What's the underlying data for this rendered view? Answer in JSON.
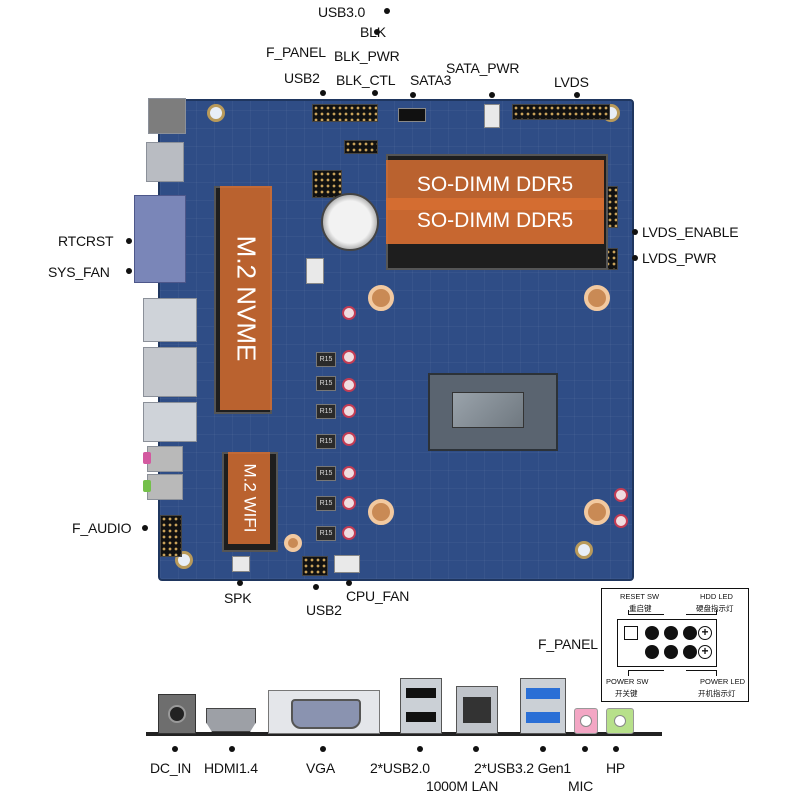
{
  "labels": {
    "usb30": "USB3.0",
    "blk": "BLK",
    "f_panel_top": "F_PANEL",
    "blk_pwr": "BLK_PWR",
    "usb2_top": "USB2",
    "blk_ctl": "BLK_CTL",
    "sata3": "SATA3",
    "sata_pwr": "SATA_PWR",
    "lvds": "LVDS",
    "rtcrst": "RTCRST",
    "sys_fan": "SYS_FAN",
    "lvds_enable": "LVDS_ENABLE",
    "lvds_pwr": "LVDS_PWR",
    "f_audio": "F_AUDIO",
    "spk": "SPK",
    "usb2_bottom": "USB2",
    "cpu_fan": "CPU_FAN",
    "f_panel_side": "F_PANEL"
  },
  "board_overlays": {
    "sodimm_1": "SO-DIMM DDR5",
    "sodimm_2": "SO-DIMM DDR5",
    "m2_nvme": "M.2 NVME",
    "m2_wifi": "M.2 WIFI"
  },
  "chokes": [
    "R15",
    "R15",
    "R15",
    "R15",
    "R15",
    "R15",
    "R15"
  ],
  "f_panel_pinout": {
    "reset_sw": "RESET SW",
    "reset_sw_cn": "重启键",
    "hdd_led": "HDD LED",
    "hdd_led_cn": "硬盘指示灯",
    "power_sw": "POWER SW",
    "power_sw_cn": "开关键",
    "power_led": "POWER LED",
    "power_led_cn": "开机指示灯",
    "plus": "+"
  },
  "io_panel": {
    "dc_in": "DC_IN",
    "hdmi": "HDMI1.4",
    "vga": "VGA",
    "usb20": "2*USB2.0",
    "lan": "1000M LAN",
    "usb32": "2*USB3.2 Gen1",
    "mic": "MIC",
    "hp": "HP"
  },
  "colors": {
    "pcb": "#2f4d86",
    "overlay": "#d66e32",
    "usb3_blue": "#2a6fd6",
    "mic_pink": "#f3a6c4",
    "hp_green": "#b7e08a"
  }
}
